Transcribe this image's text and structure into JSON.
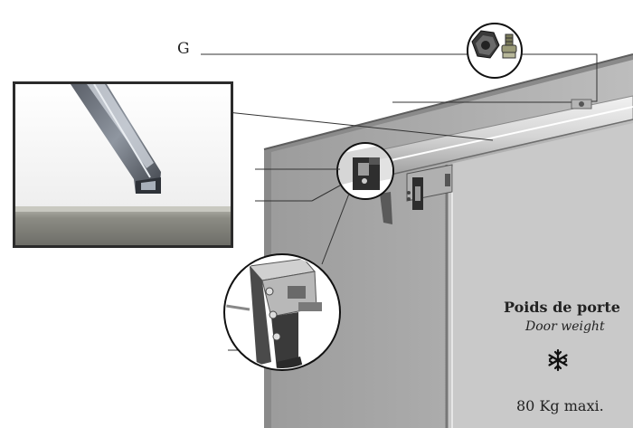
{
  "callout": {
    "letter": "G"
  },
  "door_weight": {
    "label_fr": "Poids de porte",
    "label_en": "Door weight",
    "value": "80 Kg maxi.",
    "icon": "snowflake-icon"
  },
  "colors": {
    "door": "#c8c8c8",
    "wall": "#8e8e8e",
    "rail": "#dcdcdc",
    "frame": "#333333"
  }
}
